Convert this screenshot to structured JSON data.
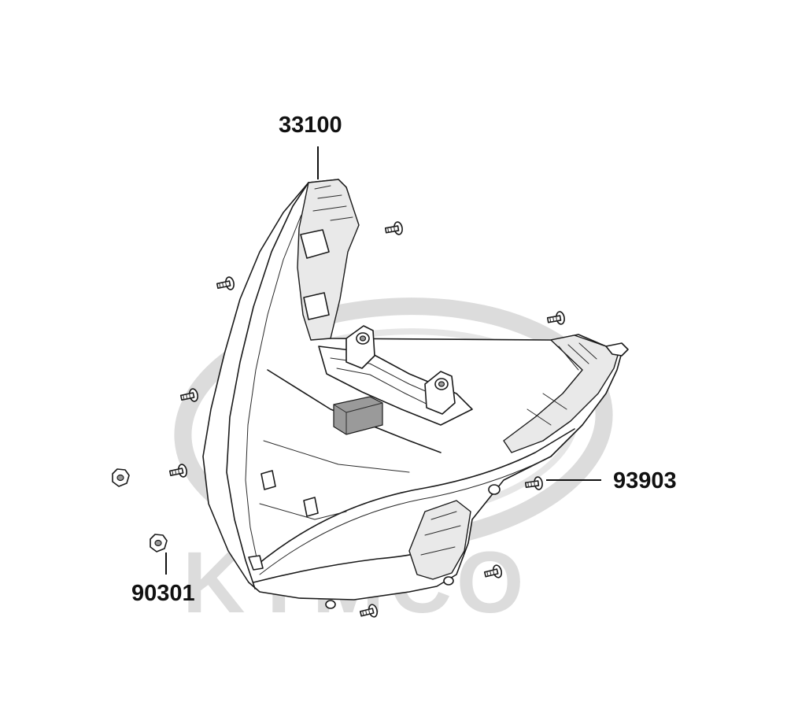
{
  "diagram": {
    "watermark": {
      "brand": "KYMCO",
      "color": "#d6d6d6"
    },
    "parts": [
      {
        "id": "part-33100",
        "number": "33100"
      },
      {
        "id": "part-93903",
        "number": "93903"
      },
      {
        "id": "part-90301",
        "number": "90301"
      }
    ],
    "line_color": "#1a1a1a",
    "label_color": "#111111"
  }
}
